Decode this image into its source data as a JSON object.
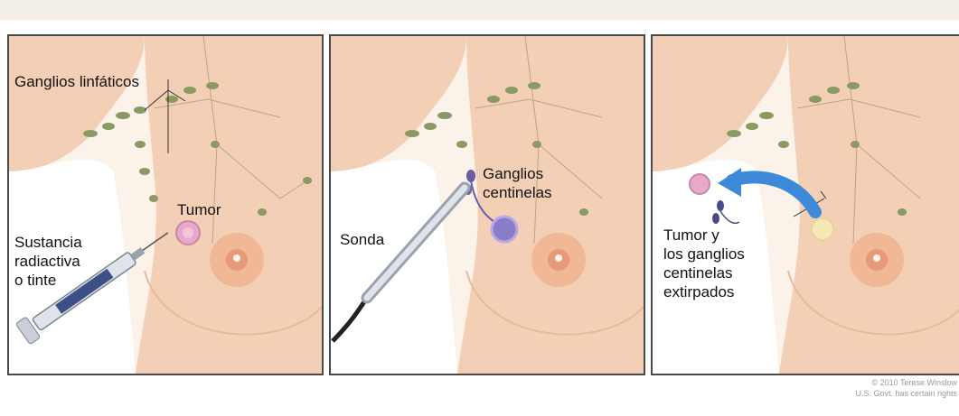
{
  "panels": [
    {
      "labels": {
        "lymph_nodes": "Ganglios linfáticos",
        "tumor": "Tumor",
        "substance": "Sustancia\nradiactiva\no tinte"
      }
    },
    {
      "labels": {
        "probe": "Sonda",
        "sentinel_nodes": "Ganglios\ncentinelas"
      }
    },
    {
      "labels": {
        "removed": "Tumor y\nlos ganglios\ncentinelas\nextirpados"
      }
    }
  ],
  "copyright": "© 2010 Terese Winslow\nU.S. Govt. has certain rights",
  "colors": {
    "skin": "#f3cfb5",
    "skin_shadow": "#e8b99a",
    "node": "#8a9a62",
    "tumor": "#e8a8c8",
    "sentinel": "#6a5aa8",
    "arrow": "#3c8ad8"
  }
}
